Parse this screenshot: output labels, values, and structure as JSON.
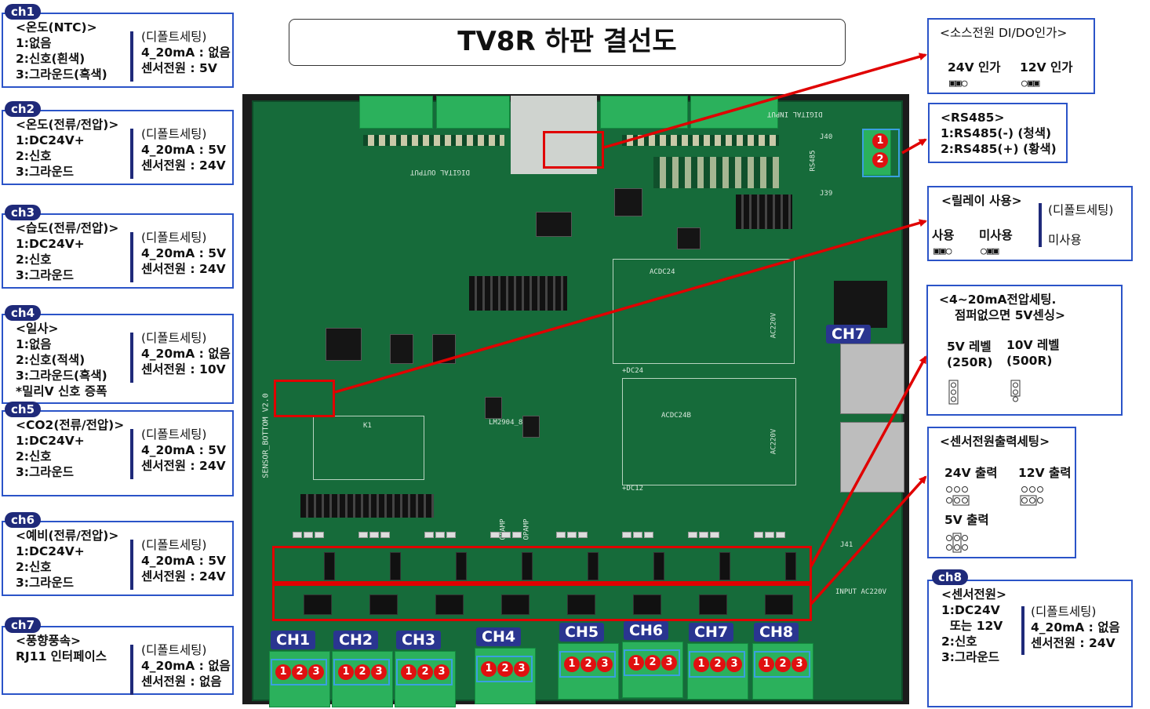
{
  "title": "TV8R 하판 결선도",
  "left_channels": [
    {
      "tag": "ch1",
      "lines": [
        "<온도(NTC)>",
        "1:없음",
        "2:신호(흰색)",
        "3:그라운드(흑색)"
      ],
      "defaults": [
        "(디폴트세팅)",
        "4_20mA : 없음",
        "센서전원 : 5V"
      ]
    },
    {
      "tag": "ch2",
      "lines": [
        "<온도(전류/전압)>",
        "1:DC24V+",
        "2:신호",
        "3:그라운드"
      ],
      "defaults": [
        "(디폴트세팅)",
        "4_20mA : 5V",
        "센서전원 : 24V"
      ]
    },
    {
      "tag": "ch3",
      "lines": [
        "<습도(전류/전압)>",
        "1:DC24V+",
        "2:신호",
        "3:그라운드"
      ],
      "defaults": [
        "(디폴트세팅)",
        "4_20mA : 5V",
        "센서전원 : 24V"
      ]
    },
    {
      "tag": "ch4",
      "lines": [
        "<일사>",
        "1:없음",
        "2:신호(적색)",
        "3:그라운드(흑색)",
        "*밀리V 신호 증폭"
      ],
      "defaults": [
        "(디폴트세팅)",
        "4_20mA : 없음",
        "센서전원 : 10V"
      ]
    },
    {
      "tag": "ch5",
      "lines": [
        "<CO2(전류/전압)>",
        "1:DC24V+",
        "2:신호",
        "3:그라운드"
      ],
      "defaults": [
        "(디폴트세팅)",
        "4_20mA : 5V",
        "센서전원 : 24V"
      ]
    },
    {
      "tag": "ch6",
      "lines": [
        "<예비(전류/전압)>",
        "1:DC24V+",
        "2:신호",
        "3:그라운드"
      ],
      "defaults": [
        "(디폴트세팅)",
        "4_20mA : 5V",
        "센서전원 : 24V"
      ]
    },
    {
      "tag": "ch7",
      "lines": [
        "<풍향풍속>",
        "RJ11 인터페이스"
      ],
      "defaults": [
        "(디폴트세팅)",
        "4_20mA : 없음",
        "센서전원 : 없음"
      ]
    }
  ],
  "source_power": {
    "title": "<소스전원 DI/DO인가>",
    "opt1": "24V 인가",
    "opt2": "12V 인가",
    "glyph1": "▣▣○",
    "glyph2": "○▣▣"
  },
  "rs485": {
    "title": "<RS485>",
    "line1": "1:RS485(-) (청색)",
    "line2": "2:RS485(+) (황색)"
  },
  "relay": {
    "title": "<릴레이 사용>",
    "opt1": "사용",
    "opt2": "미사용",
    "glyph1": "▣▣○",
    "glyph2": "○▣▣",
    "default_title": "(디폴트세팅)",
    "default_val": "미사용"
  },
  "voltage_set": {
    "title": "<4~20mA전압세팅.",
    "subtitle": "점퍼없으면 5V센싱>",
    "opt1": "5V 레벨",
    "opt1b": "(250R)",
    "opt2": "10V 레벨",
    "opt2b": "(500R)"
  },
  "sensor_power": {
    "title": "<센서전원출력세팅>",
    "opt1": "24V 출력",
    "opt2": "12V 출력",
    "opt3": "5V 출력"
  },
  "ch8": {
    "tag": "ch8",
    "lines": [
      "<센서전원>",
      "1:DC24V",
      "  또는 12V",
      "2:신호",
      "3:그라운드"
    ],
    "defaults": [
      "(디폴트세팅)",
      "4_20mA : 없음",
      "센서전원 : 24V"
    ]
  },
  "board_labels": [
    "CH1",
    "CH2",
    "CH3",
    "CH4",
    "CH5",
    "CH6",
    "CH7",
    "CH8"
  ],
  "ch7_board_label": "CH7",
  "pins": [
    "1",
    "2",
    "3"
  ],
  "rs485_pins": [
    "1",
    "2"
  ],
  "silk": {
    "sensor_bottom": "SENSOR_BOTTOM V2.0",
    "digital_output": "DIGITAL OUTPUT",
    "digital_input": "DIGITAL INPUT",
    "acdc24": "ACDC24",
    "acdc24b": "ACDC24B",
    "ac220v": "AC220V",
    "input_ac220v": "INPUT AC220V",
    "dc24": "+DC24",
    "dc12": "+DC12",
    "j40": "J40",
    "j41": "J41",
    "j39": "J39",
    "lm2904": "LM2904_8",
    "k1": "K1",
    "opamp": "OPAMP",
    "rs485": "RS485"
  },
  "colors": {
    "box_border": "#2b54c8",
    "tag_bg": "#1f2a7a",
    "pcb": "#166b3a",
    "arrow": "#e00000",
    "pin": "#e01010"
  }
}
